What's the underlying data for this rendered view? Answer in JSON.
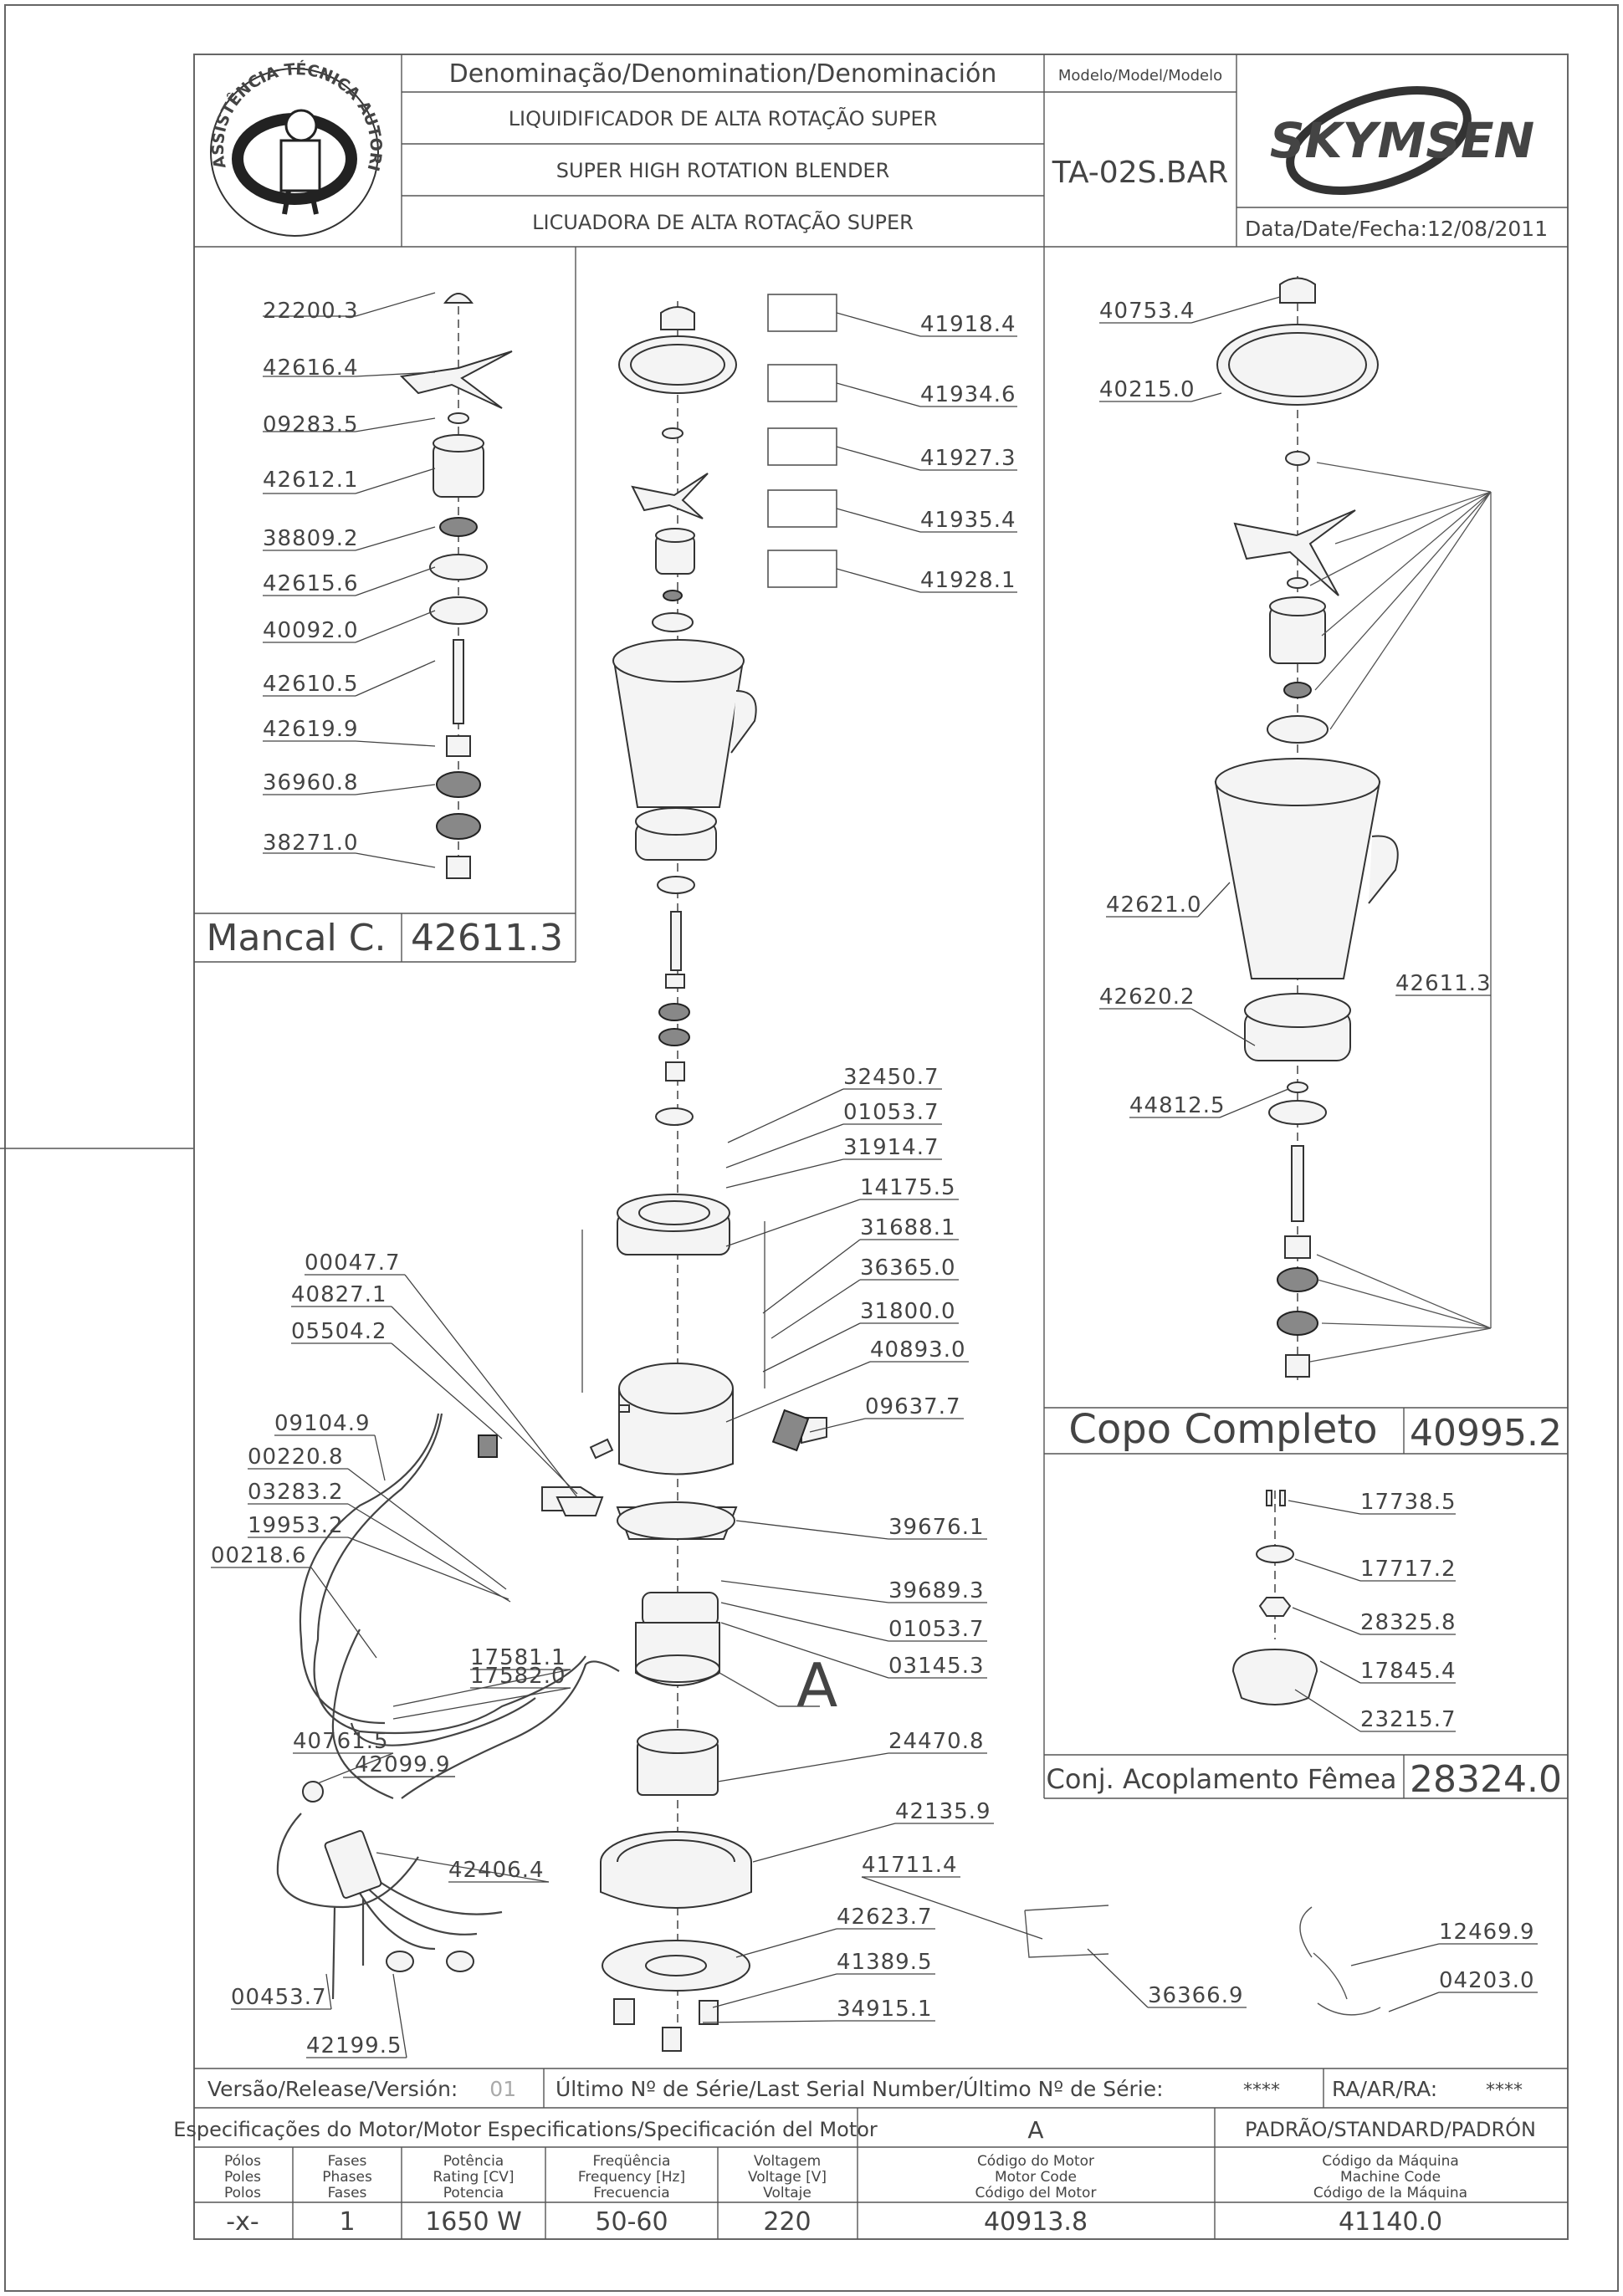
{
  "header": {
    "badge_text": "ASSISTÊNCIA TÉCNICA AUTORIZADA",
    "denomination_label": "Denominação/Denomination/Denominación",
    "name_pt": "LIQUIDIFICADOR DE ALTA ROTAÇÃO SUPER",
    "name_en": "SUPER HIGH ROTATION BLENDER",
    "name_es": "LICUADORA DE ALTA ROTAÇÃO SUPER",
    "model_label": "Modelo/Model/Modelo",
    "model_value": "TA-02S.BAR",
    "brand": "SKYMSEN",
    "date_label": "Data/Date/Fecha:",
    "date_value": "12/08/2011"
  },
  "mancal": {
    "title": "Mancal C.",
    "code": "42611.3",
    "parts": [
      "22200.3",
      "42616.4",
      "09283.5",
      "42612.1",
      "38809.2",
      "42615.6",
      "40092.0",
      "42610.5",
      "42619.9",
      "36960.8",
      "38271.0"
    ]
  },
  "copo": {
    "title": "Copo Completo",
    "code": "40995.2",
    "parts": [
      "40753.4",
      "40215.0",
      "42621.0",
      "42620.2",
      "44812.5",
      "42611.3"
    ]
  },
  "acoplamento": {
    "title": "Conj. Acoplamento Fêmea",
    "code": "28324.0",
    "parts": [
      "17738.5",
      "17717.2",
      "28325.8",
      "17845.4",
      "23215.7"
    ]
  },
  "center_parts": {
    "boxed": [
      "41918.4",
      "41934.6",
      "41927.3",
      "41935.4",
      "41928.1"
    ],
    "right": [
      "32450.7",
      "01053.7",
      "31914.7",
      "14175.5",
      "31688.1",
      "36365.0",
      "31800.0",
      "40893.0",
      "09637.7",
      "39676.1",
      "39689.3",
      "01053.7",
      "03145.3",
      "24470.8",
      "42135.9",
      "41711.4",
      "42623.7",
      "41389.5",
      "34915.1",
      "36366.9",
      "12469.9",
      "04203.0"
    ],
    "left": [
      "00047.7",
      "40827.1",
      "05504.2",
      "09104.9",
      "00220.8",
      "03283.2",
      "19953.2",
      "00218.6",
      "17581.1",
      "17582.0",
      "40761.5",
      "42099.9",
      "42406.4",
      "00453.7",
      "42199.5"
    ],
    "motor_marker": "A"
  },
  "release": {
    "version_label": "Versão/Release/Versión:",
    "version_value": "01",
    "serial_label": "Último Nº de Série/Last Serial Number/Último Nº de Série:",
    "serial_value": "****",
    "ra_label": "RA/AR/RA:",
    "ra_value": "****"
  },
  "motor_spec": {
    "title": "Especificações do Motor/Motor Especifications/Specificación del Motor",
    "marker": "A",
    "standard": "PADRÃO/STANDARD/PADRÓN",
    "columns": [
      {
        "l1": "Pólos",
        "l2": "Poles",
        "l3": "Polos",
        "value": "-x-"
      },
      {
        "l1": "Fases",
        "l2": "Phases",
        "l3": "Fases",
        "value": "1"
      },
      {
        "l1": "Potência",
        "l2": "Rating [CV]",
        "l3": "Potencia",
        "value": "1650 W"
      },
      {
        "l1": "Freqüência",
        "l2": "Frequency [Hz]",
        "l3": "Frecuencia",
        "value": "50-60"
      },
      {
        "l1": "Voltagem",
        "l2": "Voltage [V]",
        "l3": "Voltaje",
        "value": "220"
      },
      {
        "l1": "Código do Motor",
        "l2": "Motor Code",
        "l3": "Código del Motor",
        "value": "40913.8"
      },
      {
        "l1": "Código da Máquina",
        "l2": "Machine Code",
        "l3": "Código de la Máquina",
        "value": "41140.0"
      }
    ]
  }
}
